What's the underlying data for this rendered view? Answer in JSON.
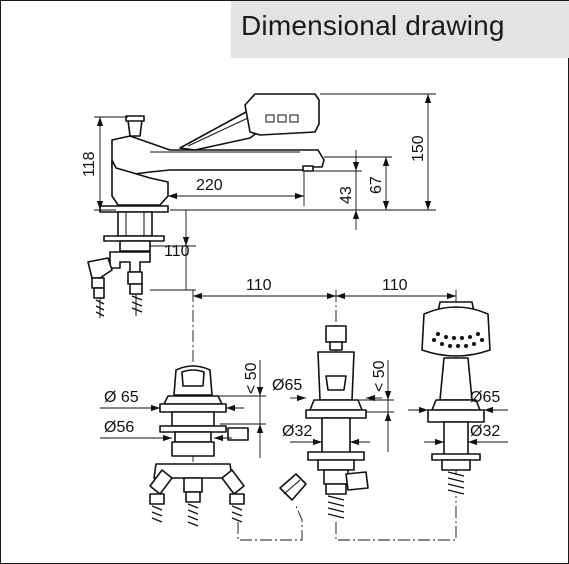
{
  "title": "Dimensional drawing",
  "dimensions": {
    "height_118": "118",
    "spout_220": "220",
    "height_150": "150",
    "height_67": "67",
    "height_43": "43",
    "depth_110": "110",
    "spacing_left_110": "110",
    "spacing_right_110": "110",
    "lt50_left": "< 50",
    "lt50_center": "< 50",
    "dia65_left": "Ø 65",
    "dia56_left": "Ø56",
    "dia65_center": "Ø65",
    "dia32_center": "Ø32",
    "dia65_right": "Ø65",
    "dia32_right": "Ø32"
  }
}
